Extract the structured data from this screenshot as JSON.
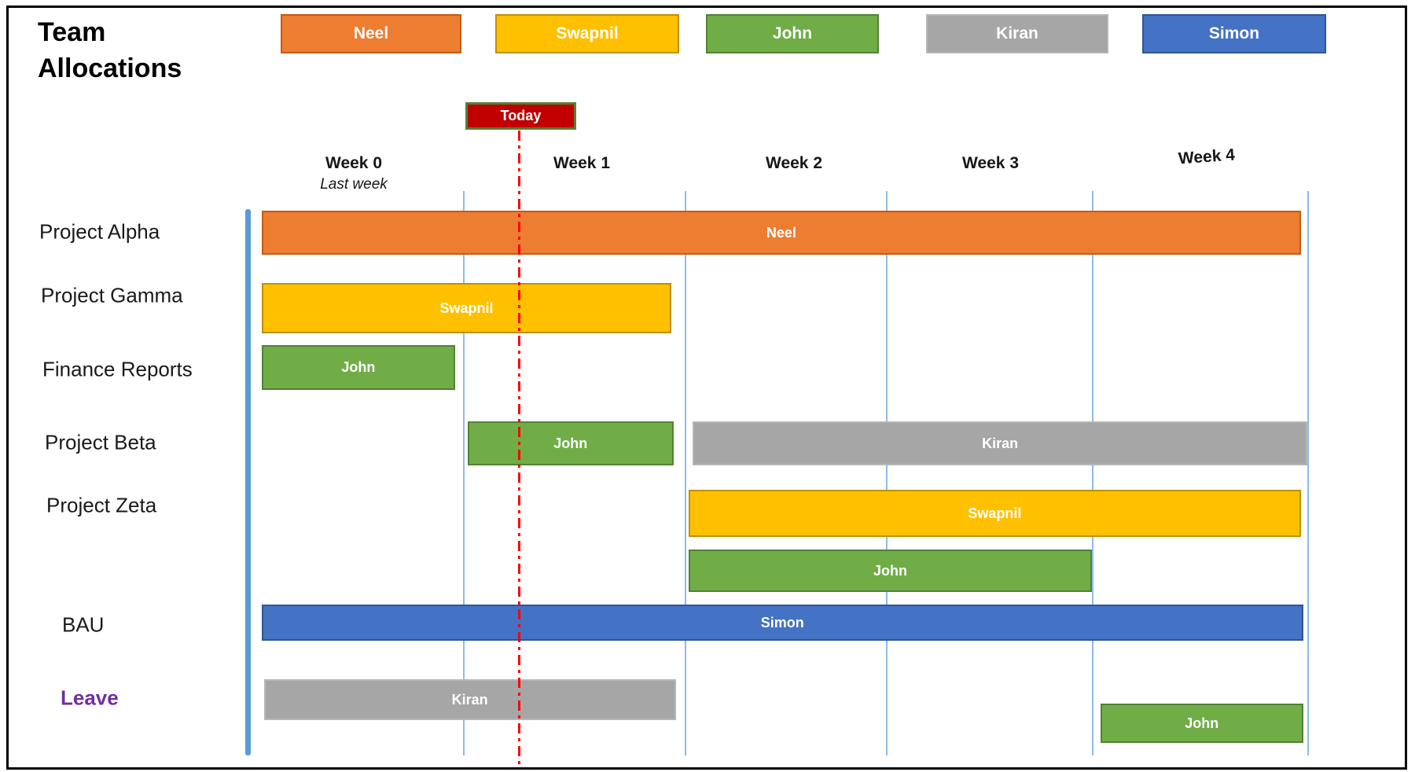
{
  "title": {
    "line1": "Team",
    "line2": "Allocations"
  },
  "legend": [
    {
      "name": "Neel",
      "key": "neel"
    },
    {
      "name": "Swapnil",
      "key": "swapnil"
    },
    {
      "name": "John",
      "key": "john"
    },
    {
      "name": "Kiran",
      "key": "kiran"
    },
    {
      "name": "Simon",
      "key": "simon"
    }
  ],
  "palette": {
    "neel": {
      "fill": "#ED7D31",
      "border": "#C55A11"
    },
    "swapnil": {
      "fill": "#FFC000",
      "border": "#BF9000"
    },
    "john": {
      "fill": "#70AD47",
      "border": "#538135"
    },
    "kiran": {
      "fill": "#A6A6A6",
      "border": "#B7B7B7"
    },
    "simon": {
      "fill": "#4472C4",
      "border": "#2F5597"
    }
  },
  "today": {
    "label": "Today",
    "fill": "#C00000",
    "border": "#538135",
    "line_color": "#FF0000"
  },
  "weeks": [
    {
      "label": "Week 0",
      "sublabel": "Last week"
    },
    {
      "label": "Week 1"
    },
    {
      "label": "Week 2"
    },
    {
      "label": "Week 3"
    },
    {
      "label": "Week 4"
    }
  ],
  "rows": [
    {
      "label": "Project Alpha",
      "color": "#1a1a1a",
      "bold": false
    },
    {
      "label": "Project Gamma",
      "color": "#1a1a1a",
      "bold": false
    },
    {
      "label": "Finance Reports",
      "color": "#1a1a1a",
      "bold": false
    },
    {
      "label": "Project Beta",
      "color": "#1a1a1a",
      "bold": false
    },
    {
      "label": "Project Zeta",
      "color": "#1a1a1a",
      "bold": false
    },
    {
      "label": "BAU",
      "color": "#1a1a1a",
      "bold": false
    },
    {
      "label": "Leave",
      "color": "#7030A0",
      "bold": true
    }
  ],
  "chart_data": {
    "type": "bar",
    "subtype": "horizontal-gantt",
    "title": "Team Allocations",
    "x_axis": {
      "unit": "weeks",
      "tick_labels": [
        "Week 0",
        "Week 1",
        "Week 2",
        "Week 3",
        "Week 4"
      ],
      "week0_note": "Last week",
      "range": [
        0,
        5
      ],
      "today_position_weeks": 1.25,
      "grid": "vertical-light-blue"
    },
    "bars": [
      {
        "row": "Project Alpha",
        "assignee": "Neel",
        "key": "neel",
        "start_week": 0.0,
        "end_week": 4.97,
        "slot": "alpha"
      },
      {
        "row": "Project Gamma",
        "assignee": "Swapnil",
        "key": "swapnil",
        "start_week": 0.0,
        "end_week": 1.94,
        "slot": "gamma"
      },
      {
        "row": "Finance Reports",
        "assignee": "John",
        "key": "john",
        "start_week": 0.0,
        "end_week": 0.96,
        "slot": "finance"
      },
      {
        "row": "Project Beta",
        "assignee": "John",
        "key": "john",
        "start_week": 1.02,
        "end_week": 1.95,
        "slot": "beta"
      },
      {
        "row": "Project Beta",
        "assignee": "Kiran",
        "key": "kiran",
        "start_week": 2.04,
        "end_week": 5.0,
        "slot": "beta"
      },
      {
        "row": "Project Zeta",
        "assignee": "Swapnil",
        "key": "swapnil",
        "start_week": 2.02,
        "end_week": 4.97,
        "slot": "zeta1"
      },
      {
        "row": "Project Zeta",
        "assignee": "John",
        "key": "john",
        "start_week": 2.02,
        "end_week": 4.0,
        "slot": "zeta2"
      },
      {
        "row": "BAU",
        "assignee": "Simon",
        "key": "simon",
        "start_week": 0.0,
        "end_week": 4.98,
        "slot": "bau"
      },
      {
        "row": "Leave",
        "assignee": "Kiran",
        "key": "kiran",
        "start_week": 0.01,
        "end_week": 1.96,
        "slot": "leave1"
      },
      {
        "row": "Leave",
        "assignee": "John",
        "key": "john",
        "start_week": 4.04,
        "end_week": 4.98,
        "slot": "leave2"
      }
    ]
  },
  "decor_colors": {
    "gridline": "#8FBCE6",
    "axis_line": "#5B9BD5",
    "frame": "#000000"
  }
}
